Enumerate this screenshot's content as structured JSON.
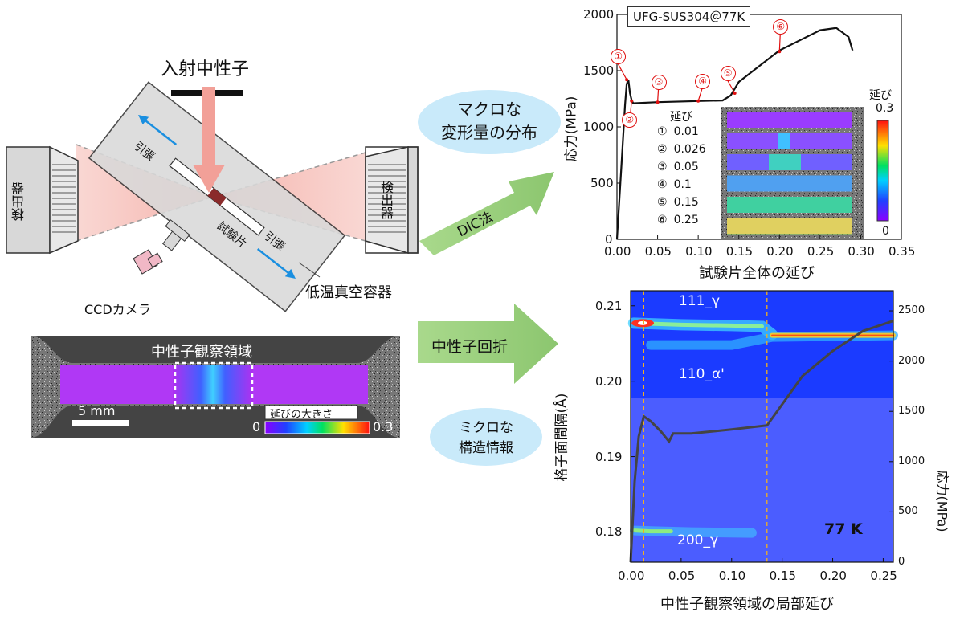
{
  "setup": {
    "incident_neutron": "入射中性子",
    "detector_left": "検出器",
    "detector_right": "検出器",
    "tension_upper": "引張",
    "tension_lower": "引張",
    "specimen": "試験片",
    "ccd_camera": "CCDカメラ",
    "cryo_vessel": "低温真空容器",
    "neutron_area": "中性子観察領域",
    "scale_bar": "5 mm",
    "strain_bar_label": "延びの大きさ",
    "strain_bar_min": "0",
    "strain_bar_max": "0.3"
  },
  "arrows": {
    "macro_bubble": [
      "マクロな",
      "変形量の分布"
    ],
    "dic_label": "DIC法",
    "diffraction_label": "中性子回折",
    "micro_bubble": [
      "ミクロな",
      "構造情報"
    ]
  },
  "chart_data": [
    {
      "type": "line",
      "title": "UFG-SUS304＠77K",
      "xlabel": "試験片全体の延び",
      "ylabel": "応力(MPa)",
      "xlim": [
        0,
        0.35
      ],
      "ylim": [
        0,
        2000
      ],
      "xticks": [
        "0.00",
        "0.05",
        "0.10",
        "0.15",
        "0.20",
        "0.25",
        "0.30",
        "0.35"
      ],
      "yticks": [
        "0",
        "500",
        "1000",
        "1500",
        "2000"
      ],
      "series": [
        {
          "x": [
            0,
            0.005,
            0.01,
            0.012,
            0.014,
            0.016,
            0.018,
            0.02,
            0.05,
            0.1,
            0.13,
            0.14,
            0.15,
            0.2,
            0.25,
            0.27,
            0.285,
            0.29
          ],
          "y": [
            0,
            600,
            1200,
            1380,
            1420,
            1300,
            1240,
            1210,
            1220,
            1230,
            1235,
            1280,
            1400,
            1680,
            1860,
            1880,
            1800,
            1680
          ]
        }
      ],
      "markers": [
        {
          "label": "①",
          "x": 0.012,
          "y": 1420
        },
        {
          "label": "②",
          "x": 0.018,
          "y": 1230
        },
        {
          "label": "③",
          "x": 0.05,
          "y": 1220
        },
        {
          "label": "④",
          "x": 0.1,
          "y": 1230
        },
        {
          "label": "⑤",
          "x": 0.145,
          "y": 1300
        },
        {
          "label": "⑥",
          "x": 0.2,
          "y": 1670
        }
      ],
      "dic_legend": {
        "title": "延び",
        "items": [
          {
            "num": "①",
            "value": "0.01"
          },
          {
            "num": "②",
            "value": "0.026"
          },
          {
            "num": "③",
            "value": "0.05"
          },
          {
            "num": "④",
            "value": "0.1"
          },
          {
            "num": "⑤",
            "value": "0.15"
          },
          {
            "num": "⑥",
            "value": "0.25"
          }
        ],
        "colorbar_title": "延び",
        "colorbar_max": "0.3",
        "colorbar_min": "0"
      },
      "colors": {
        "line": "#111111",
        "marker": "#e01010"
      }
    },
    {
      "type": "heatmap",
      "xlabel": "中性子観察領域の局部延び",
      "ylabel": "格子面間隔(Å)",
      "y2label": "応力(MPa)",
      "xlim": [
        0,
        0.26
      ],
      "ylim": [
        0.176,
        0.212
      ],
      "y2lim": [
        0,
        2700
      ],
      "xticks": [
        "0.00",
        "0.05",
        "0.10",
        "0.15",
        "0.20",
        "0.25"
      ],
      "yticks": [
        "0.18",
        "0.19",
        "0.20",
        "0.21"
      ],
      "y2ticks": [
        "0",
        "500",
        "1000",
        "1500",
        "2000",
        "2500"
      ],
      "peaks": [
        {
          "label": "111_γ",
          "d": 0.2077
        },
        {
          "label": "110_α'",
          "d": 0.2048
        },
        {
          "label": "200_γ",
          "d": 0.1802
        }
      ],
      "annotation": "77 K",
      "guide_lines_x": [
        0.013,
        0.135
      ],
      "stress_series": {
        "x": [
          0,
          0.004,
          0.008,
          0.013,
          0.02,
          0.03,
          0.038,
          0.042,
          0.06,
          0.1,
          0.135,
          0.145,
          0.17,
          0.2,
          0.23,
          0.26
        ],
        "y": [
          0,
          800,
          1250,
          1450,
          1400,
          1300,
          1200,
          1280,
          1280,
          1320,
          1360,
          1500,
          1850,
          2100,
          2300,
          2400
        ]
      },
      "colors": {
        "background": "#3a4dff",
        "stress_line": "#444444",
        "guide": "#f0b020"
      }
    }
  ]
}
